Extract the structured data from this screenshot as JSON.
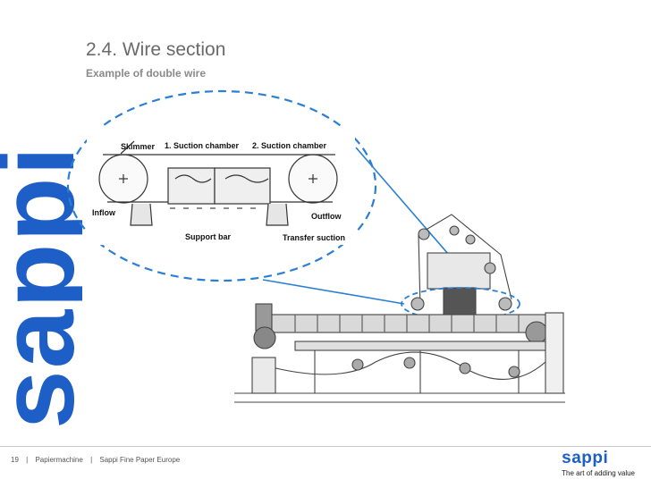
{
  "slide": {
    "title": "2.4. Wire section",
    "subtitle": "Example of double wire"
  },
  "diagram": {
    "labels": {
      "skimmer": "Skimmer",
      "suction1": "1. Suction chamber",
      "suction2": "2. Suction chamber",
      "inflow": "Inflow",
      "outflow": "Outflow",
      "support_bar": "Support bar",
      "transfer_suction": "Transfer suction"
    }
  },
  "footer": {
    "page": "19",
    "sep1": "|",
    "section": "Papiermachine",
    "sep2": "|",
    "company": "Sappi Fine Paper Europe"
  },
  "brand": {
    "vertical_word": "sappi",
    "logo_word": "sappi",
    "tagline": "The art of adding value",
    "accent_color": "#1d5fc6"
  }
}
